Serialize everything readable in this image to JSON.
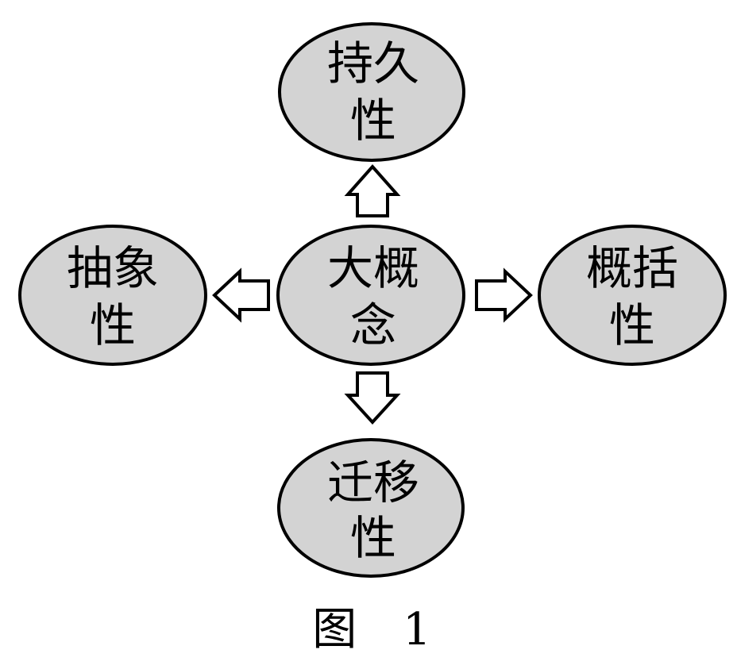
{
  "diagram": {
    "center": {
      "line1": "大概",
      "line2": "念"
    },
    "top": {
      "line1": "持久",
      "line2": "性"
    },
    "left": {
      "line1": "抽象",
      "line2": "性"
    },
    "right": {
      "line1": "概括",
      "line2": "性"
    },
    "bottom": {
      "line1": "迁移",
      "line2": "性"
    }
  },
  "caption": "图 1",
  "colors": {
    "node_fill": "#d3d3d3",
    "stroke": "#000000",
    "arrow_fill": "#ffffff"
  }
}
